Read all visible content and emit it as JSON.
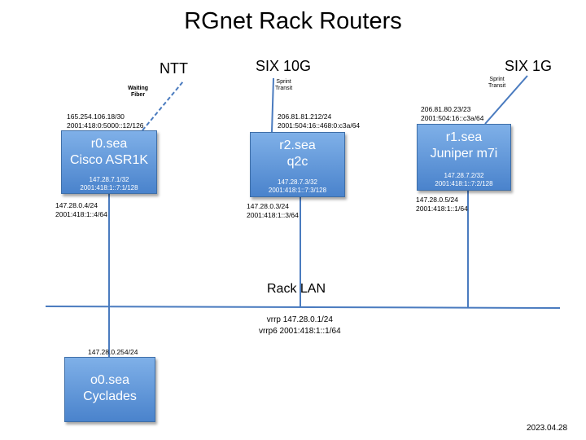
{
  "title": "RGnet Rack Routers",
  "external": {
    "ntt": "NTT",
    "six10g": "SIX 10G",
    "six1g": "SIX 1G",
    "waiting_fiber": [
      "Waiting",
      "Fiber"
    ],
    "sprint_transit_r2": [
      "Sprint",
      "Transit"
    ],
    "sprint_transit_r1": [
      "Sprint",
      "Transit"
    ]
  },
  "routers": {
    "r0": {
      "name": "r0.sea",
      "model": "Cisco ASR1K",
      "loop4": "147.28.7.1/32",
      "loop6": "2001:418:1::7:1/128",
      "uplink4": "165.254.106.18/30",
      "uplink6": "2001:418:0:5000::12/126",
      "lan4": "147.28.0.4/24",
      "lan6": "2001:418:1::4/64"
    },
    "r2": {
      "name": "r2.sea",
      "model": "q2c",
      "loop4": "147.28.7.3/32",
      "loop6": "2001:418:1::7:3/128",
      "uplink4": "206.81.81.212/24",
      "uplink6": "2001:504:16::468:0:c3a/64",
      "lan4": "147.28.0.3/24",
      "lan6": "2001:418:1::3/64"
    },
    "r1": {
      "name": "r1.sea",
      "model": "Juniper m7i",
      "loop4": "147.28.7.2/32",
      "loop6": "2001:418:1::7:2/128",
      "uplink4": "206.81.80.23/23",
      "uplink6": "2001:504:16::c3a/64",
      "lan4": "147.28.0.5/24",
      "lan6": "2001:418:1::1/64"
    },
    "o0": {
      "name": "o0.sea",
      "model": "Cyclades",
      "lan4": "147.28.0.254/24"
    }
  },
  "lan": {
    "label": "Rack LAN",
    "vrrp": "vrrp 147.28.0.1/24",
    "vrrp6": "vrrp6 2001:418:1::1/64"
  },
  "date": "2023.04.28"
}
